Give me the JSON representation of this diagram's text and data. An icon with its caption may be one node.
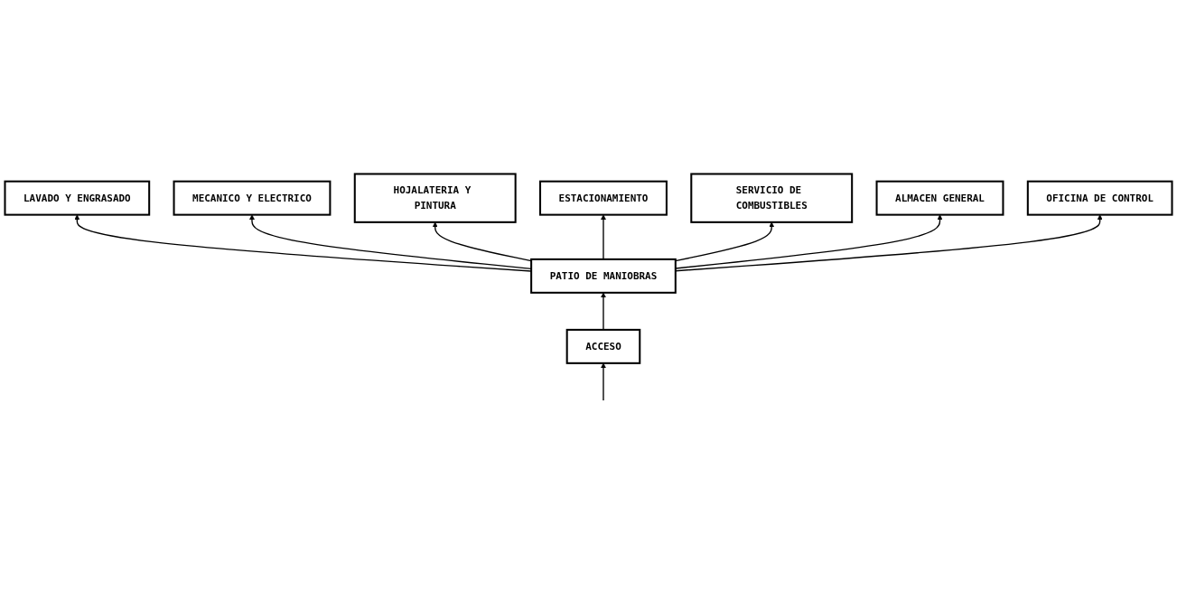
{
  "diagram": {
    "nodes": [
      {
        "text": [
          "LAVADO Y ENGRASADO"
        ]
      },
      {
        "text": [
          "MECANICO Y ELECTRICO"
        ]
      },
      {
        "text": [
          "HOJALATERIA Y PINTURA"
        ]
      },
      {
        "text": [
          "ESTACIONAMIENTO"
        ]
      },
      {
        "text": [
          "ALMACEN GENERAL"
        ]
      },
      {
        "text": [
          "PATIO DE MANIOBRAS"
        ]
      },
      {
        "text": [
          "SERVICIO DE COMBUSTIBLES"
        ]
      },
      {
        "text": [
          "OFICINA DE CONTROL"
        ]
      },
      {
        "text": [
          "ACCESO"
        ]
      }
    ],
    "edges": [
      {
        "from": 5,
        "to": 0,
        "arrow": "to"
      },
      {
        "from": 5,
        "to": 1,
        "arrow": "to"
      },
      {
        "from": 5,
        "to": 2,
        "arrow": "to"
      },
      {
        "from": 5,
        "to": 3,
        "arrow": "to"
      },
      {
        "from": 5,
        "to": 6,
        "arrow": "to"
      },
      {
        "from": 5,
        "to": 4,
        "arrow": "to"
      },
      {
        "from": 5,
        "to": 7,
        "arrow": "to"
      },
      {
        "from": 8,
        "to": 5,
        "arrow": "to"
      },
      {
        "from": null,
        "to": 8,
        "arrow": "to"
      }
    ]
  }
}
